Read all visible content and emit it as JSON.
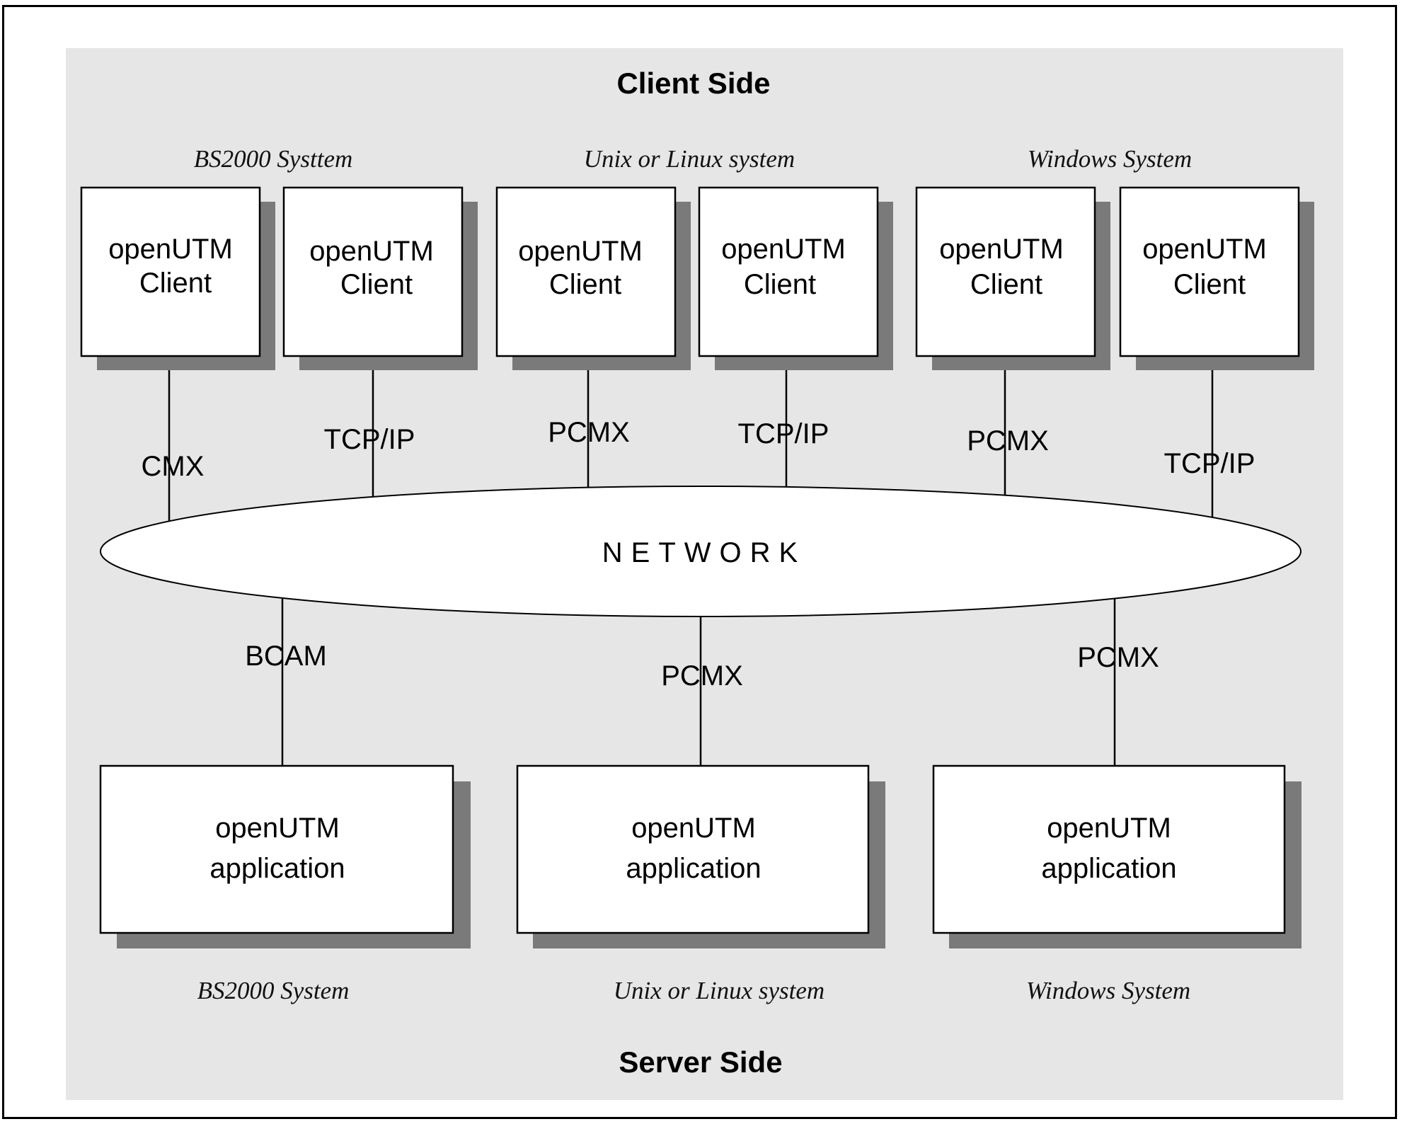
{
  "client_side": {
    "title": "Client Side",
    "systems": [
      {
        "label": "BS2000 Systtem",
        "clients": [
          {
            "line1": "openUTM",
            "line2": "Client",
            "protocol": "CMX"
          },
          {
            "line1": "openUTM",
            "line2": "Client",
            "protocol": "TCP/IP"
          }
        ]
      },
      {
        "label": "Unix or Linux system",
        "clients": [
          {
            "line1": "openUTM",
            "line2": "Client",
            "protocol": "PCMX"
          },
          {
            "line1": "openUTM",
            "line2": "Client",
            "protocol": "TCP/IP"
          }
        ]
      },
      {
        "label": "Windows System",
        "clients": [
          {
            "line1": "openUTM",
            "line2": "Client",
            "protocol": "PCMX"
          },
          {
            "line1": "openUTM",
            "line2": "Client",
            "protocol": "TCP/IP"
          }
        ]
      }
    ]
  },
  "network": {
    "label": "NETWORK"
  },
  "server_side": {
    "title": "Server Side",
    "applications": [
      {
        "line1": "openUTM",
        "line2": "application",
        "protocol": "BCAM",
        "system_label": "BS2000 System"
      },
      {
        "line1": "openUTM",
        "line2": "application",
        "protocol": "PCMX",
        "system_label": "Unix or Linux system"
      },
      {
        "line1": "openUTM",
        "line2": "application",
        "protocol": "PCMX",
        "system_label": "Windows System"
      }
    ]
  },
  "colors": {
    "panel": "#e6e6e6",
    "shadow": "#7a7a7a",
    "box": "#ffffff",
    "stroke": "#000000"
  }
}
